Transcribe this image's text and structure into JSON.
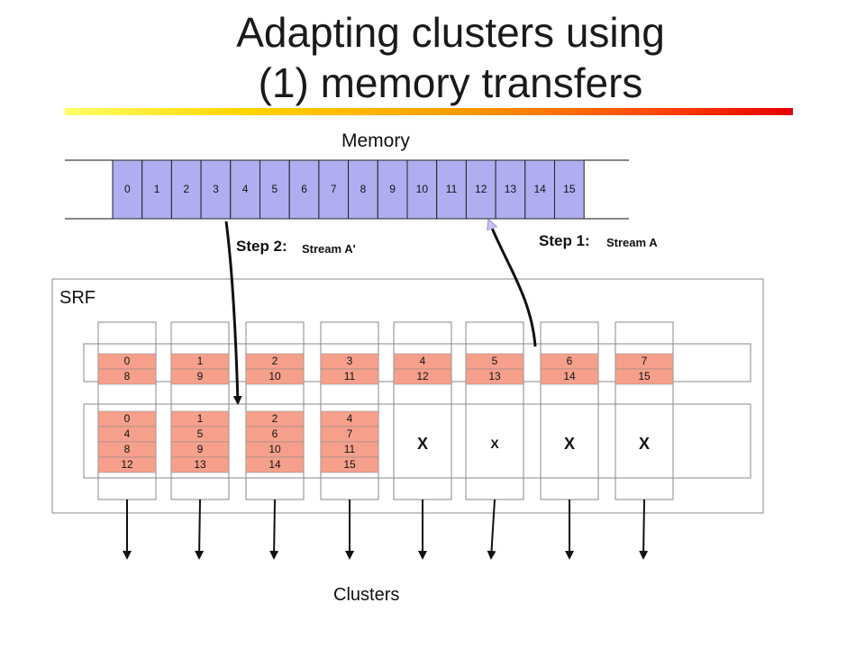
{
  "title": {
    "line1": "Adapting clusters using",
    "line2": "(1) memory transfers"
  },
  "memory": {
    "label": "Memory",
    "cells": [
      "0",
      "1",
      "2",
      "3",
      "4",
      "5",
      "6",
      "7",
      "8",
      "9",
      "10",
      "11",
      "12",
      "13",
      "14",
      "15"
    ]
  },
  "steps": {
    "step1": "Step 1:",
    "step1_stream": "Stream A",
    "step2": "Step 2:",
    "step2_stream": "Stream A'"
  },
  "srf": {
    "label": "SRF",
    "lanes_top": [
      [
        "0",
        "8"
      ],
      [
        "1",
        "9"
      ],
      [
        "2",
        "10"
      ],
      [
        "3",
        "11"
      ],
      [
        "4",
        "12"
      ],
      [
        "5",
        "13"
      ],
      [
        "6",
        "14"
      ],
      [
        "7",
        "15"
      ]
    ],
    "lanes_bottom": [
      [
        "0",
        "4",
        "8",
        "12"
      ],
      [
        "1",
        "5",
        "9",
        "13"
      ],
      [
        "2",
        "6",
        "10",
        "14"
      ],
      [
        "4",
        "7",
        "11",
        "15"
      ],
      [
        "X"
      ],
      [
        "X"
      ],
      [
        "X"
      ],
      [
        "X"
      ]
    ]
  },
  "clusters": {
    "label": "Clusters"
  },
  "colors": {
    "memory_cell": "#b0aef0",
    "srf_cell": "#f6a08c",
    "srf_border": "#888888",
    "title_bar_start": "#ffff66",
    "title_bar_end": "#e60000"
  }
}
